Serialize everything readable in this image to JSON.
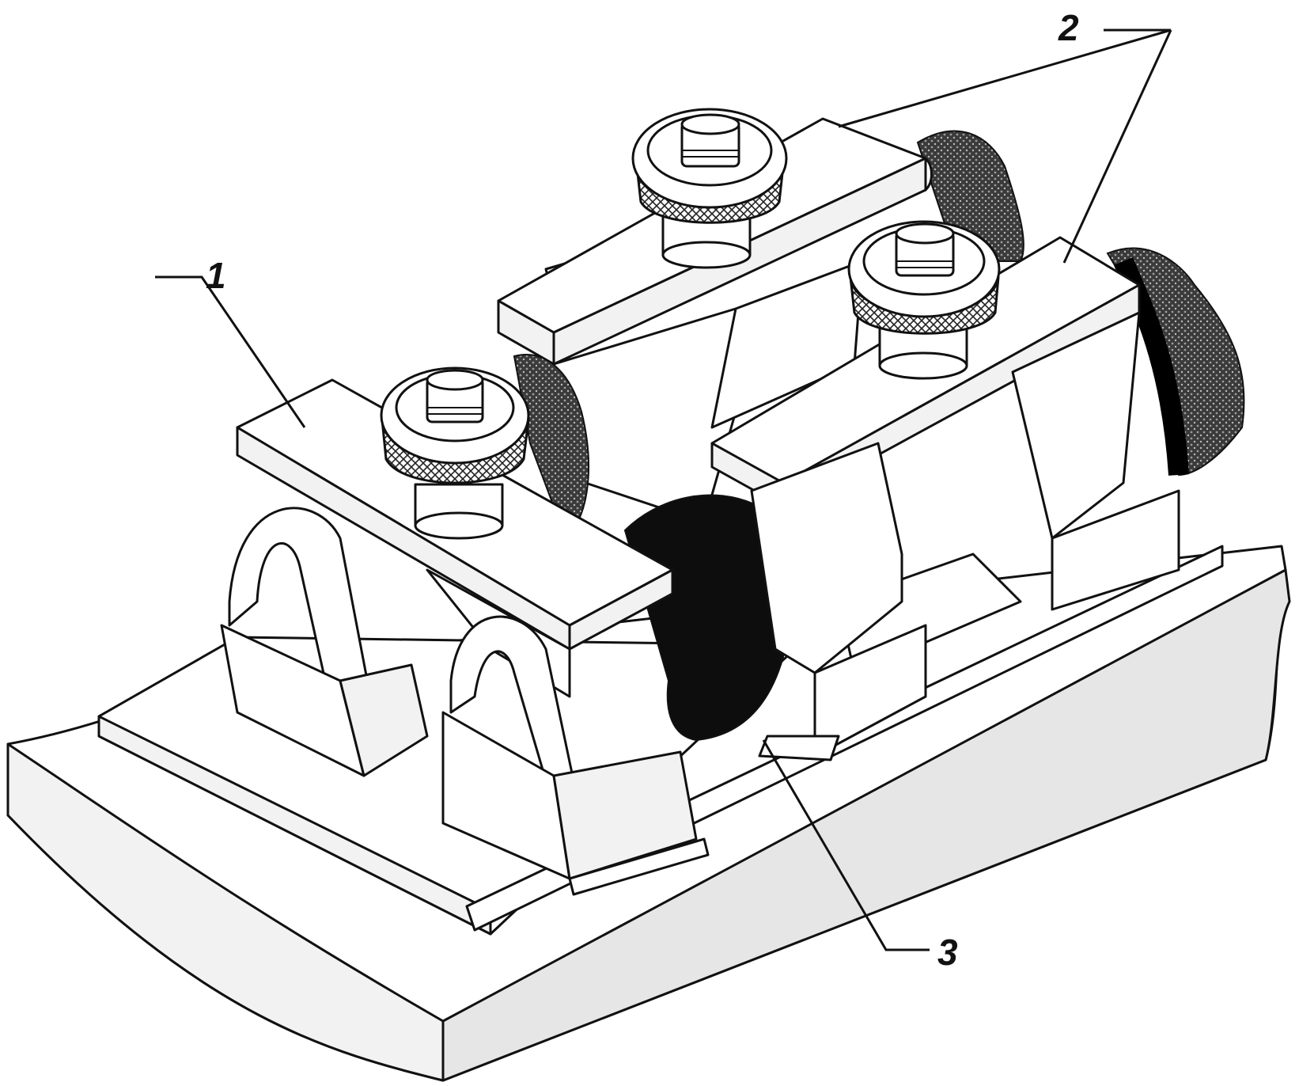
{
  "callouts": [
    {
      "id": "1",
      "label": "1"
    },
    {
      "id": "2",
      "label": "2"
    },
    {
      "id": "3",
      "label": "3"
    }
  ],
  "colors": {
    "outline": "#111111",
    "cable": "#0d0d0d",
    "cable_shadow": "#4a4a4a",
    "background": "#ffffff"
  }
}
